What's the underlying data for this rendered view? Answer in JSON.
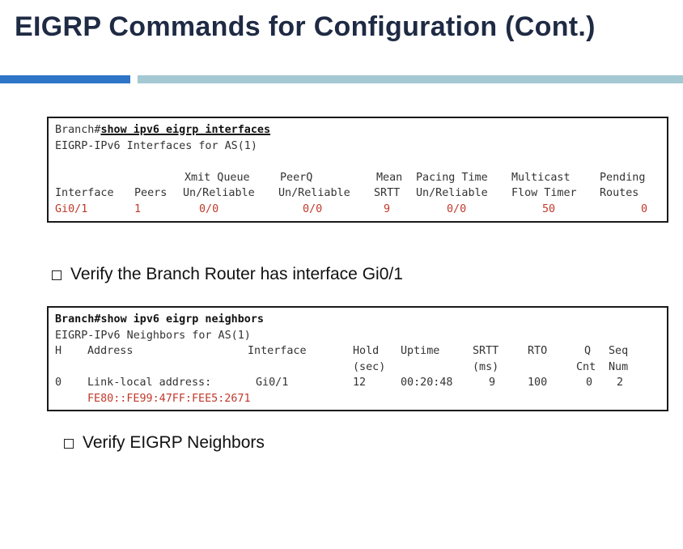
{
  "title": "EIGRP Commands for Configuration (Cont.)",
  "colors": {
    "title": "#1f2a44",
    "bar_left": "#2e75c8",
    "bar_right": "#a4c9d3",
    "highlight": "#c0392b"
  },
  "term1": {
    "prompt": "Branch#",
    "command": "show ipv6 eigrp interfaces",
    "subtitle": "EIGRP-IPv6 Interfaces for AS(1)",
    "header1": [
      "",
      "",
      "Xmit Queue",
      "PeerQ",
      "Mean",
      "Pacing Time",
      "Multicast",
      "Pending"
    ],
    "header2": [
      "Interface",
      "Peers",
      "Un/Reliable",
      "Un/Reliable",
      "SRTT",
      "Un/Reliable",
      "Flow Timer",
      "Routes"
    ],
    "row": [
      "Gi0/1",
      "1",
      "0/0",
      "0/0",
      "9",
      "0/0",
      "50",
      "0"
    ]
  },
  "bullet1": "Verify the Branch Router has interface Gi0/1",
  "term2": {
    "prompt": "Branch#",
    "command": "show ipv6 eigrp neighbors",
    "subtitle": "EIGRP-IPv6 Neighbors for AS(1)",
    "header1": [
      "H",
      "Address",
      "Interface",
      "Hold",
      "Uptime",
      "SRTT",
      "RTO",
      "Q",
      "Seq"
    ],
    "header2": [
      "",
      "",
      "",
      "(sec)",
      "",
      "(ms)",
      "",
      "Cnt",
      "Num"
    ],
    "row": [
      "0",
      "Link-local address:",
      "Gi0/1",
      "12",
      "00:20:48",
      "9",
      "100",
      "0",
      "2"
    ],
    "address": "FE80::FE99:47FF:FEE5:2671"
  },
  "bullet2": "Verify EIGRP Neighbors"
}
